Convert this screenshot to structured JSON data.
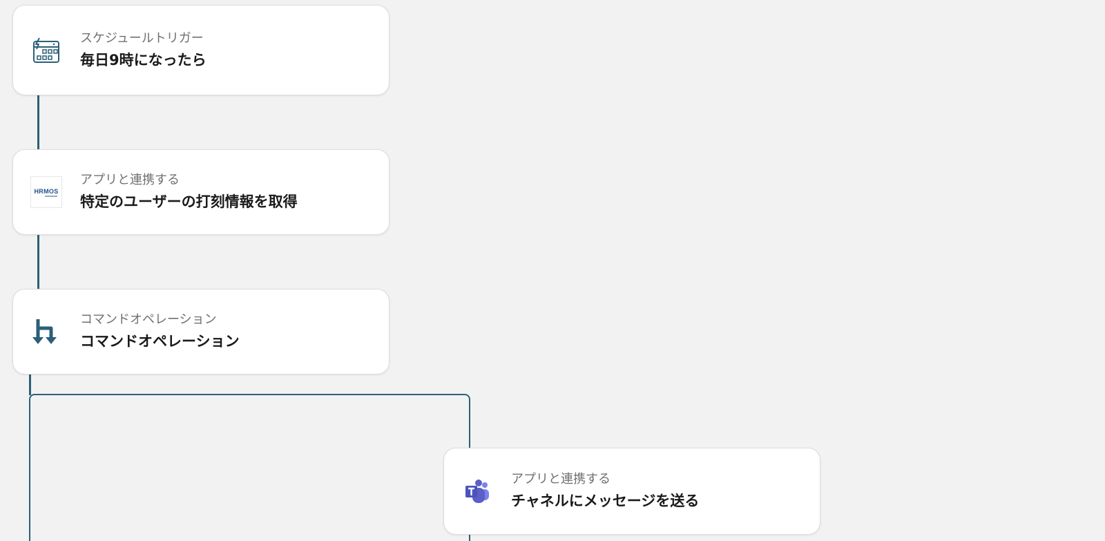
{
  "flow": {
    "nodes": [
      {
        "kind": "スケジュールトリガー",
        "title": "毎日9時になったら",
        "icon": "calendar-bolt-icon"
      },
      {
        "kind": "アプリと連携する",
        "title": "特定のユーザーの打刻情報を取得",
        "icon": "hrmos-logo-icon",
        "logo_text": "HRMOS"
      },
      {
        "kind": "コマンドオペレーション",
        "title": "コマンドオペレーション",
        "icon": "branch-arrows-icon"
      },
      {
        "kind": "アプリと連携する",
        "title": "チャネルにメッセージを送る",
        "icon": "teams-icon"
      }
    ]
  },
  "colors": {
    "connector": "#2b5f78",
    "background": "#f2f2f2",
    "card": "#ffffff",
    "teams_purple": "#5b5fc7"
  }
}
